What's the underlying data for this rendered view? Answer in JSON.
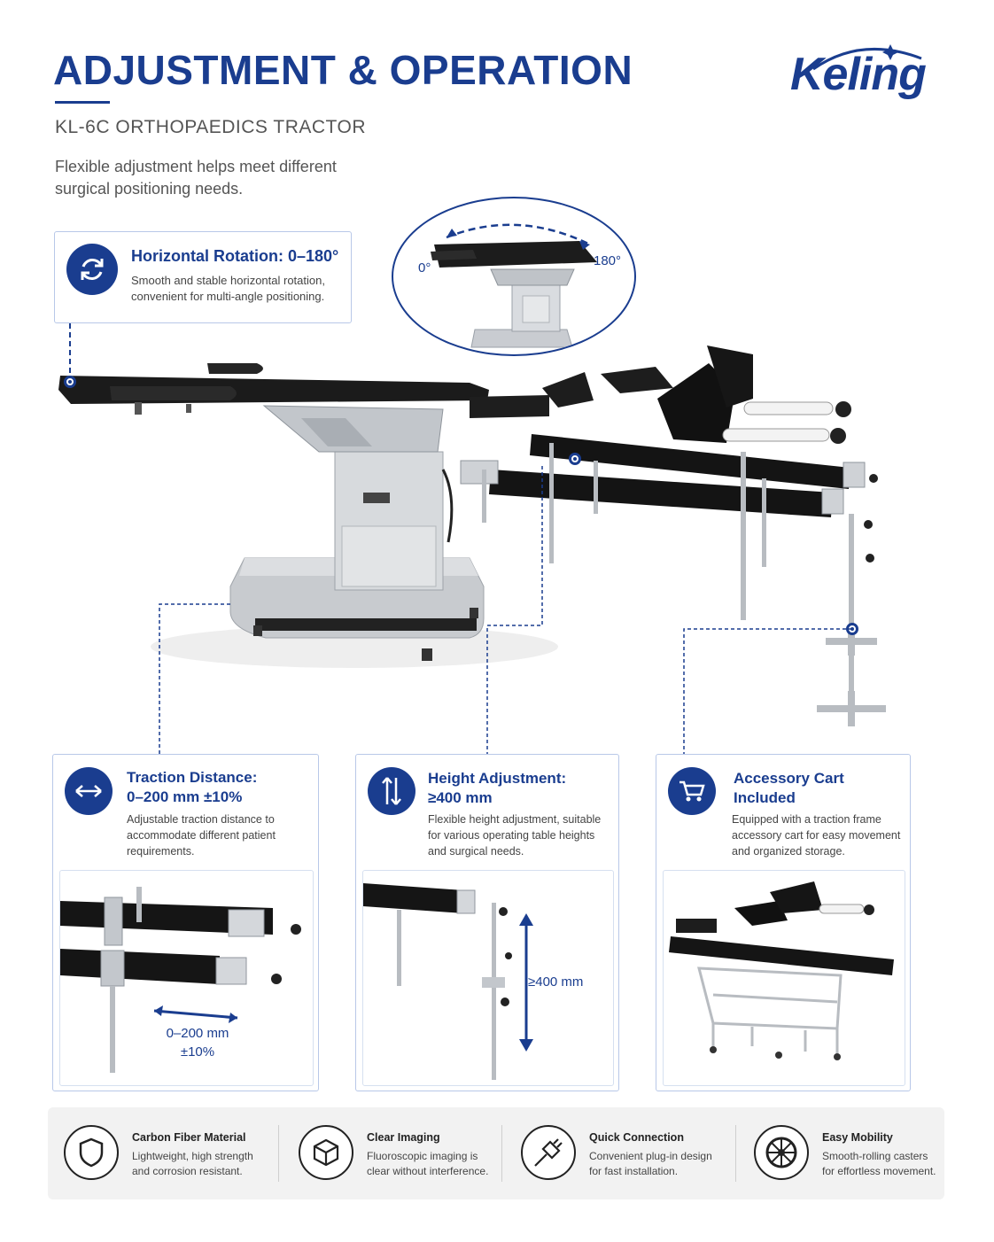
{
  "header": {
    "title": "ADJUSTMENT & OPERATION",
    "subtitle": "KL-6C  ORTHOPAEDICS TRACTOR",
    "intro": "Flexible adjustment helps meet different surgical positioning needs.",
    "logo": "Keling"
  },
  "rotation": {
    "title": "Horizontal Rotation: 0–180°",
    "text": "Smooth and stable horizontal rotation, convenient for multi-angle positioning.",
    "angle_start": "0°",
    "angle_end": "180°",
    "icon": "rotate-icon"
  },
  "cards": [
    {
      "title": "Traction Distance:",
      "subtitle": "0–200 mm ±10%",
      "text": "Adjustable traction distance to accommodate different patient requirements.",
      "image_label_1": "0–200 mm",
      "image_label_2": "±10%",
      "icon": "horizontal-arrows-icon"
    },
    {
      "title": "Height Adjustment:",
      "subtitle": "≥400 mm",
      "text": "Flexible height adjustment, suitable for various operating table heights and surgical needs.",
      "image_label": "≥400 mm",
      "icon": "vertical-arrows-icon"
    },
    {
      "title": "Accessory Cart",
      "subtitle": "Included",
      "text": "Equipped with a traction frame accessory cart for easy movement and organized storage.",
      "icon": "cart-icon"
    }
  ],
  "features": [
    {
      "title": "Carbon Fiber Material",
      "text": "Lightweight, high strength and corrosion resistant.",
      "icon": "shield-icon"
    },
    {
      "title": "Clear Imaging",
      "text": "Fluoroscopic imaging is clear without interference.",
      "icon": "cube-icon"
    },
    {
      "title": "Quick Connection",
      "text": "Convenient plug-in design for fast installation.",
      "icon": "plug-icon"
    },
    {
      "title": "Easy Mobility",
      "text": "Smooth-rolling casters for effortless movement.",
      "icon": "wheel-icon"
    }
  ],
  "colors": {
    "brand": "#1a3d8f",
    "text": "#444444",
    "panel": "#f2f2f2"
  }
}
